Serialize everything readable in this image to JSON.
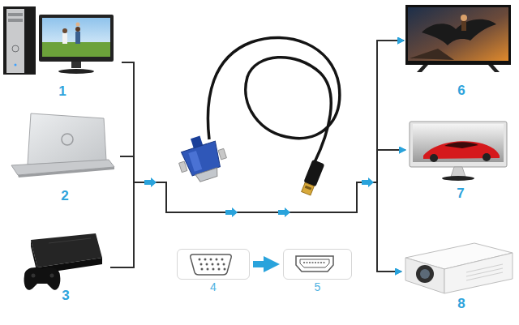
{
  "diagram": {
    "nodes": [
      {
        "text": [
          "1"
        ]
      },
      {
        "text": [
          "2"
        ]
      },
      {
        "text": [
          "3"
        ]
      },
      {
        "text": [
          "4"
        ]
      },
      {
        "text": [
          "5"
        ]
      },
      {
        "text": [
          "6"
        ]
      },
      {
        "text": [
          "7"
        ]
      },
      {
        "text": [
          "8"
        ]
      }
    ],
    "edges": [
      {
        "from": 0,
        "to": 5,
        "arrow": "to"
      },
      {
        "from": 0,
        "to": 6,
        "arrow": "to"
      },
      {
        "from": 0,
        "to": 7,
        "arrow": "to"
      },
      {
        "from": 1,
        "to": 5,
        "arrow": "to"
      },
      {
        "from": 1,
        "to": 6,
        "arrow": "to"
      },
      {
        "from": 1,
        "to": 7,
        "arrow": "to"
      },
      {
        "from": 2,
        "to": 5,
        "arrow": "to"
      },
      {
        "from": 2,
        "to": 6,
        "arrow": "to"
      },
      {
        "from": 2,
        "to": 7,
        "arrow": "to"
      },
      {
        "from": 3,
        "to": 4,
        "arrow": "to"
      }
    ]
  }
}
